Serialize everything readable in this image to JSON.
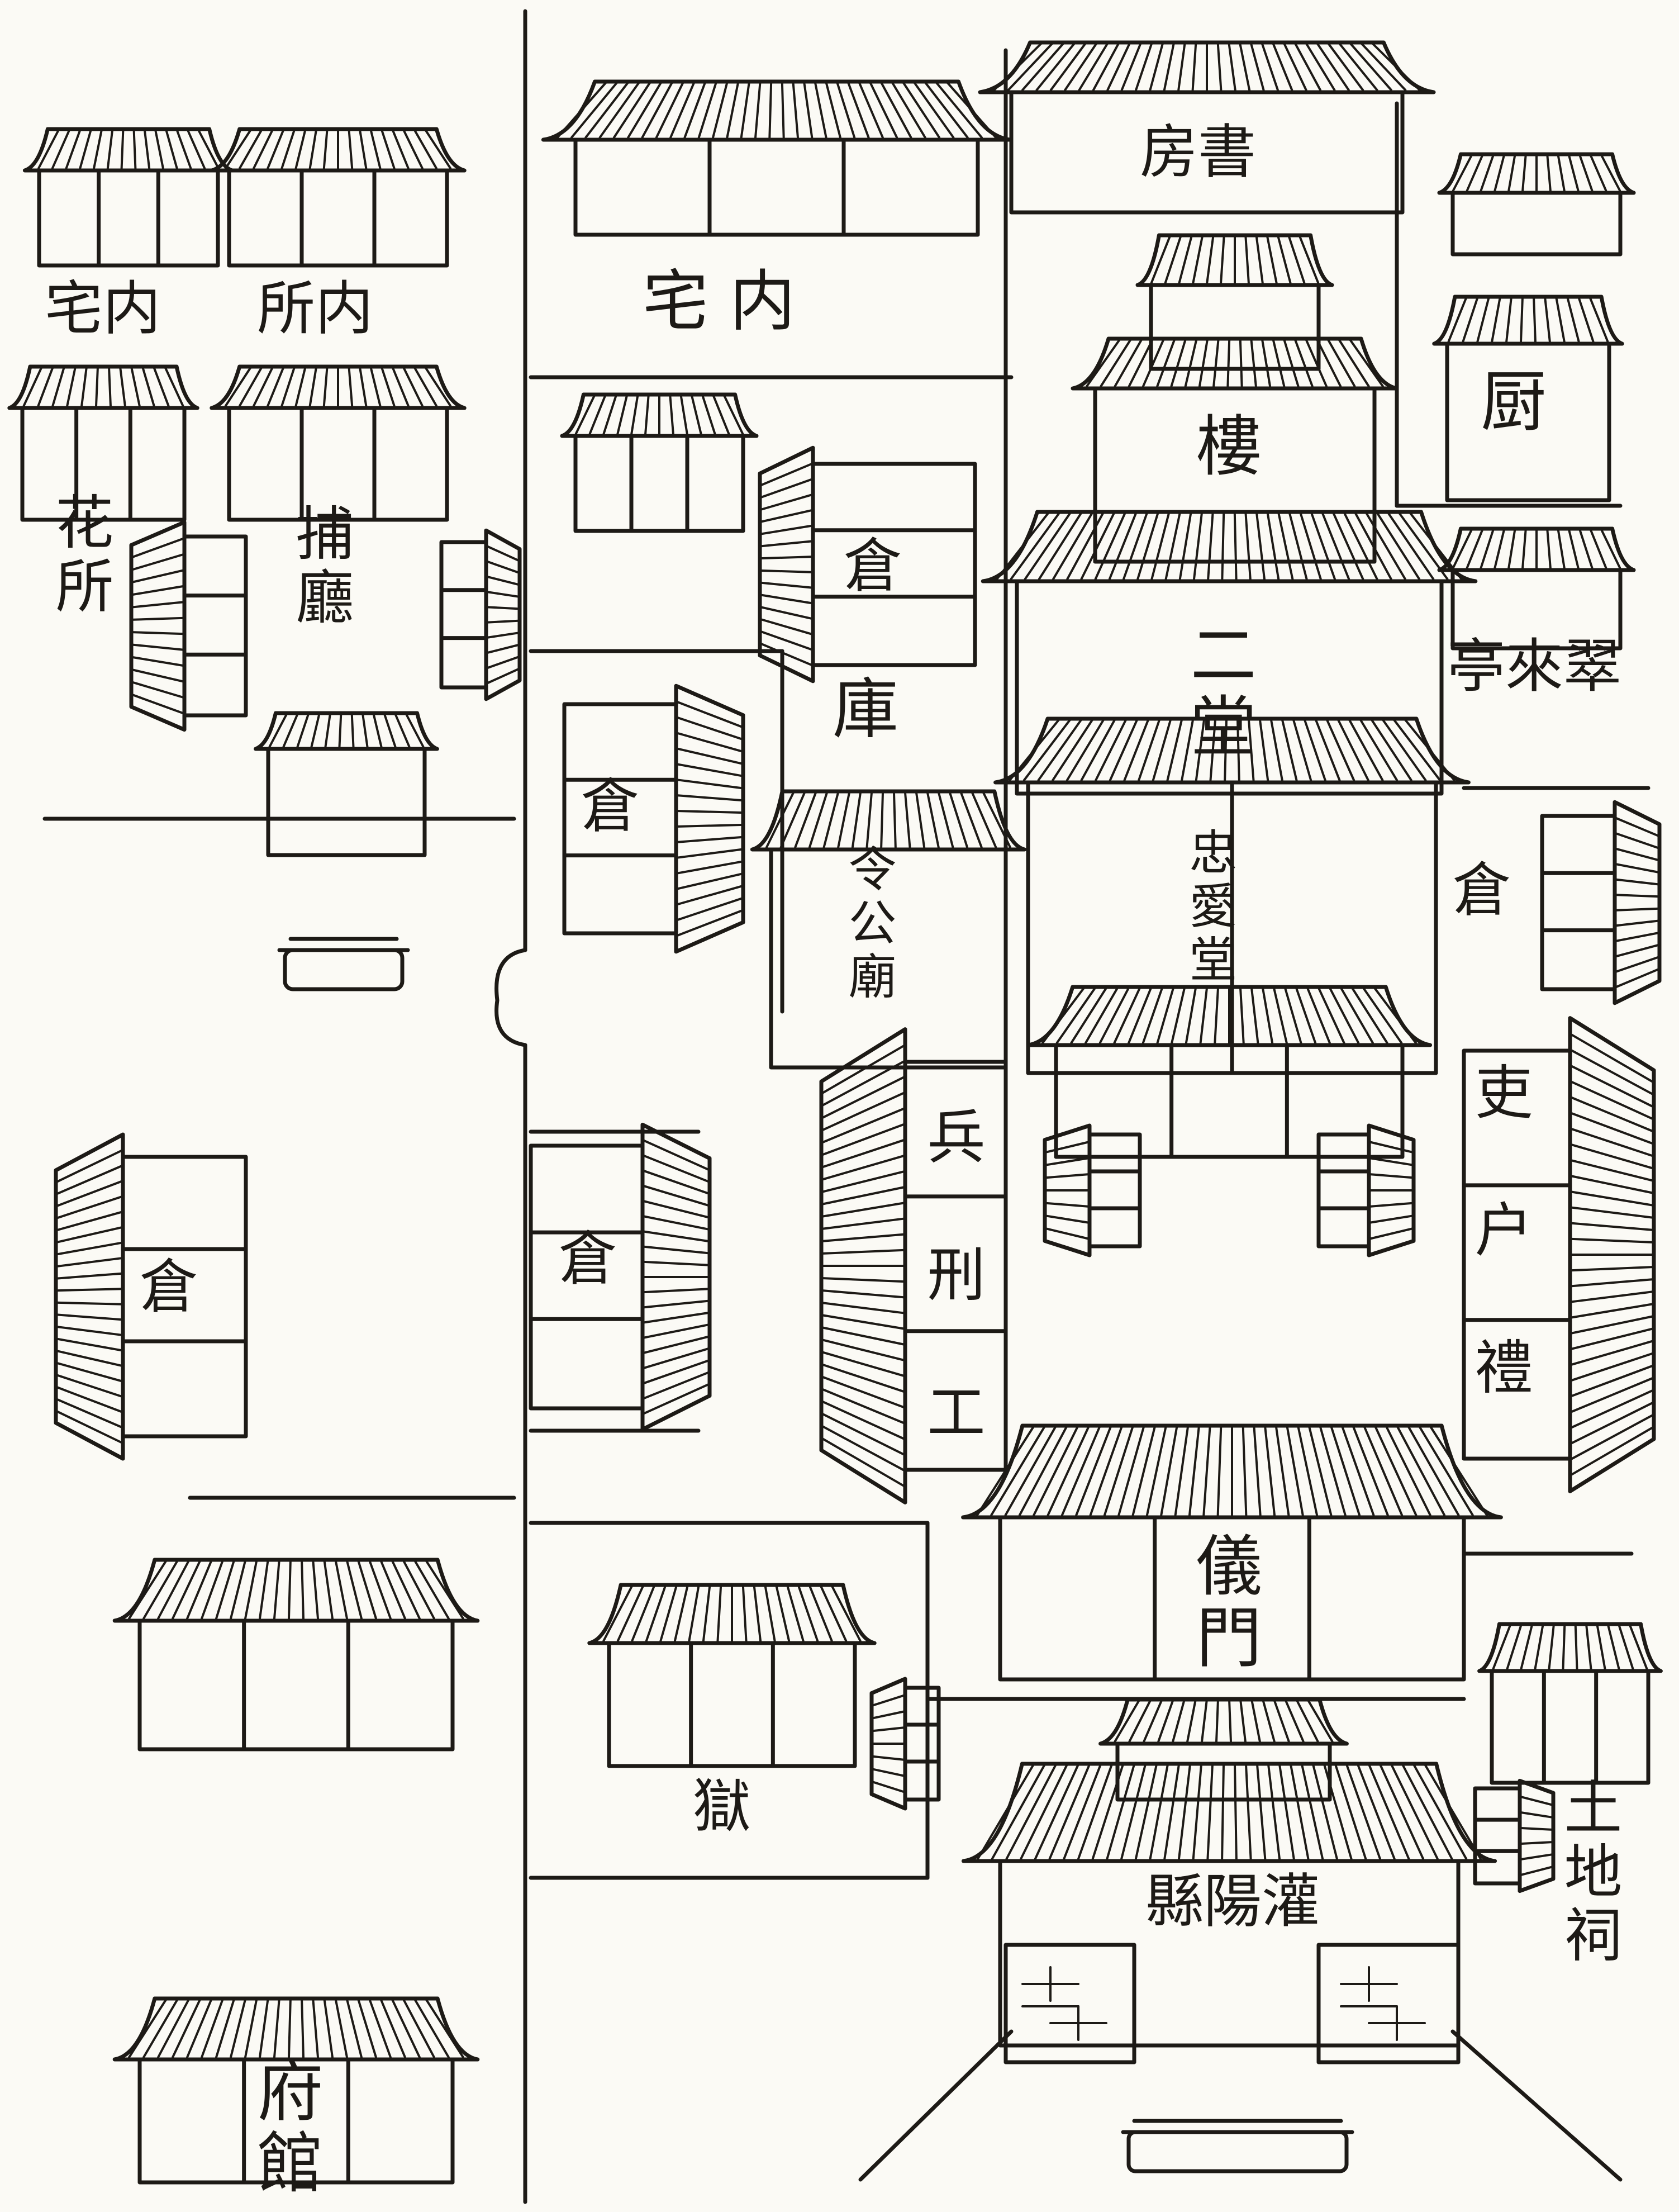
{
  "labels": {
    "inner_residence_west": "宅内",
    "inner_office": "所内",
    "inner_residence_main": "宅 内",
    "study": "房書",
    "kitchen": "厨",
    "tower": "樓",
    "pavilion": "亭來翠",
    "second_hall": "二堂",
    "storehouse": "庫",
    "storage_north": "倉",
    "granary_mid": "倉",
    "granary_south": "倉",
    "granary_east": "倉",
    "granary_west": "倉",
    "garden_office": "花所",
    "police_hall": "捕廳",
    "ling_gong_temple": "令公廟",
    "zhongai_hall": "忠愛堂",
    "three_bureaus": "吏 户 禮",
    "three_bureaus_west": "兵 刑 工",
    "yi_gate": "儀門",
    "prison": "獄",
    "county_gate": "縣陽灌",
    "earth_god_shrine": "土地祠",
    "guesthouse": "府館"
  },
  "meta_colors": {
    "ink": "#1d1a16",
    "paper": "#fbfaf5"
  }
}
